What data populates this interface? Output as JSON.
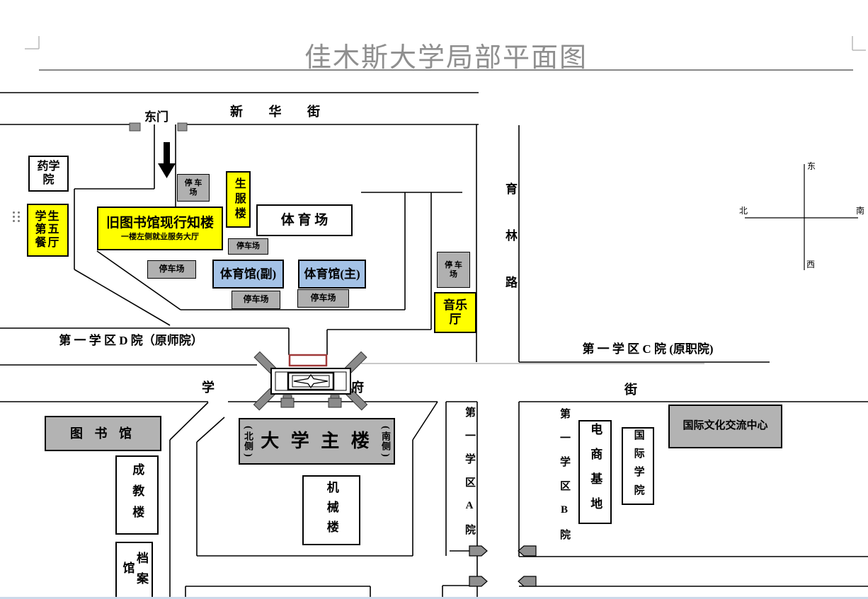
{
  "title": "佳木斯大学局部平面图",
  "streets": {
    "xinhua": "新 华 街",
    "xuefu_xue": "学",
    "xuefu_fu": "府",
    "xuefu_jie": "街",
    "yulin": "育林路"
  },
  "gate": {
    "east_label": "东门"
  },
  "districts": {
    "d": "第 一 学 区 D 院（原师院）",
    "c": "第 一 学 区 C 院 (原职院)",
    "a": "第一学区A院",
    "b": "第一学区B院"
  },
  "buildings": {
    "pharmacy": "药学院",
    "canteen5": "学生第五餐厅",
    "old_library": "旧图书馆现行知楼",
    "old_library_note": "一楼左侧就业服务大厅",
    "shengfu": "生服楼",
    "stadium": "体 育 场",
    "gym_aux": "体育馆(副)",
    "gym_main": "体育馆(主)",
    "music_hall": "音乐厅",
    "library": "图 书 馆",
    "chengjiao": "成教楼",
    "archives": "档案馆",
    "machinery": "机械楼",
    "ecommerce": "电商基地",
    "intl_college": "国际学院",
    "intl_center": "国际文化交流中心",
    "main_label": "大 学 主 楼",
    "main_north": "北侧",
    "main_south": "南侧",
    "paren_open": "(",
    "paren_close": ")"
  },
  "parking": {
    "stacked": "停 车 场",
    "inline": "停车场"
  },
  "compass": {
    "top": "东",
    "left": "北",
    "right": "南",
    "bottom": "西"
  },
  "colors": {
    "yellow": "#ffff00",
    "blue": "#a4c2e6",
    "gray": "#b3b3b3",
    "red_outline": "#a03838",
    "title_gray": "#8f8f8f"
  }
}
